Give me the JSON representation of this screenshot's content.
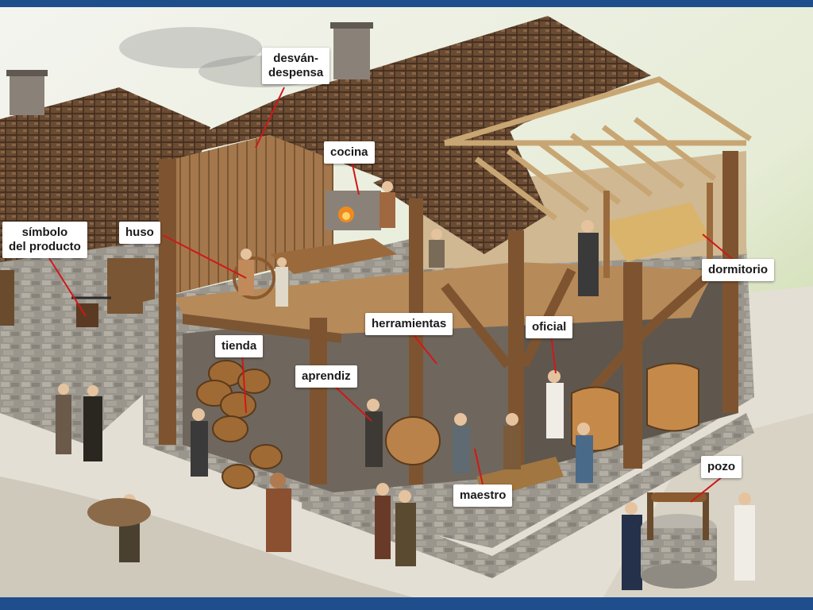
{
  "labels": {
    "desvan_despensa": [
      "desván-",
      "despensa"
    ],
    "cocina": "cocina",
    "simbolo_del_producto": [
      "símbolo",
      "del producto"
    ],
    "huso": "huso",
    "dormitorio": "dormitorio",
    "herramientas": "herramientas",
    "oficial": "oficial",
    "tienda": "tienda",
    "aprendiz": "aprendiz",
    "pozo": "pozo",
    "maestro": "maestro"
  },
  "colors": {
    "frame": "#1f4e8c",
    "leader": "#d01818",
    "label_bg": "#ffffff"
  }
}
